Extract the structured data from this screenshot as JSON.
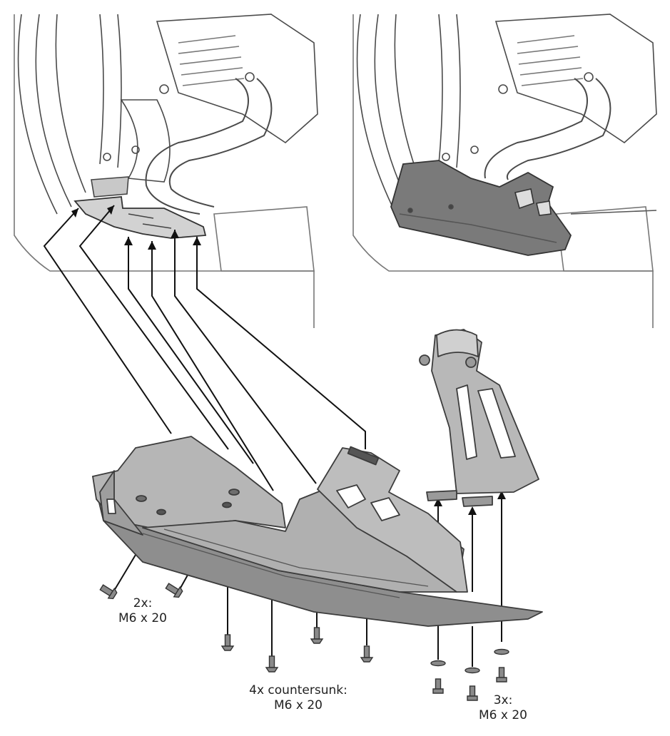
{
  "colors": {
    "outline": "#4a4a4a",
    "light_line": "#9a9a9a",
    "part_fill": "#b6b6b6",
    "part_fill_dark": "#8e8e8e",
    "installed_fill": "#7a7a7a",
    "bolt_fill": "#8a8a8a",
    "leader": "#111111",
    "bracket_fill": "#e3e3e3"
  },
  "icons": {
    "bolt": "countersunk-bolt-icon",
    "washer": "washer-icon"
  },
  "labels": {
    "side_bolts": {
      "count": "2x:",
      "size": "M6 x 20"
    },
    "bottom_bolts": {
      "count": "4x countersunk:",
      "size": "M6 x 20"
    },
    "bracket_bolts": {
      "count": "3x:",
      "size": "M6 x 20"
    }
  }
}
